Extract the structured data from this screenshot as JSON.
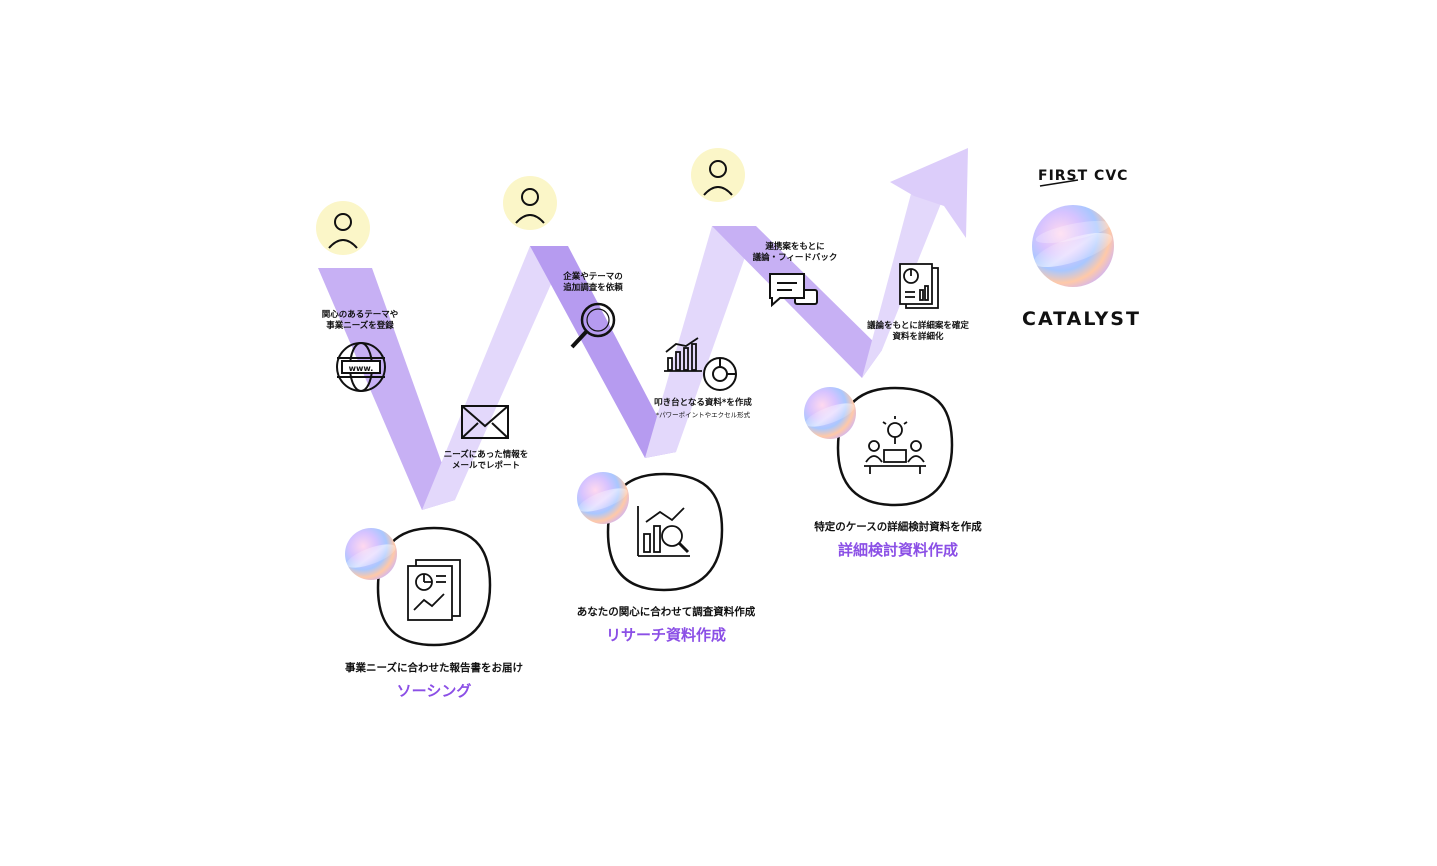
{
  "steps": {
    "register": "関心のあるテーマや\n事業ニーズを登録",
    "mail_report": "ニーズにあった情報を\nメールでレポート",
    "request": "企業やテーマの\n追加調査を依頼",
    "create_base": "叩き台となる資料*を作成",
    "create_base_note": "*パワーポイントやエクセル形式",
    "feedback": "連携案をもとに\n議論・フィードバック",
    "finalize": "議論をもとに詳細案を確定\n資料を詳細化"
  },
  "services": [
    {
      "description": "事業ニーズに合わせた報告書をお届け",
      "title": "ソーシング"
    },
    {
      "description": "あなたの関心に合わせて調査資料作成",
      "title": "リサーチ資料作成"
    },
    {
      "description": "特定のケースの詳細検討資料を作成",
      "title": "詳細検討資料作成"
    }
  ],
  "brand": {
    "top": "FIRST CVC",
    "name": "CATALYST"
  },
  "icons": [
    "user-icon",
    "globe-icon",
    "mail-icon",
    "magnifier-icon",
    "bar-chart-icon",
    "donut-chart-icon",
    "chat-icon",
    "report-icon",
    "document-chart-icon",
    "research-chart-icon",
    "meeting-idea-icon",
    "catalyst-orb"
  ],
  "colors": {
    "ribbon_light": "#e2d6fb",
    "ribbon_mid": "#c7b0f4",
    "ribbon_dark": "#b194ee",
    "user_bg": "#fbf6c8",
    "accent_text": "#8b4fe6"
  }
}
